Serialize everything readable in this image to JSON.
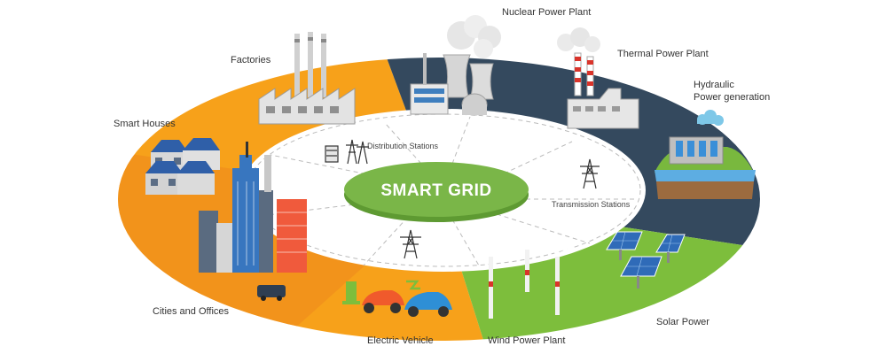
{
  "center": {
    "title": "SMART GRID"
  },
  "labels": {
    "factories": "Factories",
    "nuclear": "Nuclear Power Plant",
    "thermal": "Thermal Power Plant",
    "hydraulic_line1": "Hydraulic",
    "hydraulic_line2": "Power generation",
    "smart_houses": "Smart Houses",
    "cities": "Cities and Offices",
    "electric_vehicle": "Electric Vehicle",
    "wind": "Wind Power Plant",
    "solar": "Solar Power",
    "distribution": "Distribution Stations",
    "transmission": "Transmission Stations"
  },
  "colors": {
    "orange": "#F7A11A",
    "orange_dark": "#EE8A1C",
    "navy": "#34495E",
    "green": "#7DBE3C",
    "green_center": "#7AB648"
  }
}
